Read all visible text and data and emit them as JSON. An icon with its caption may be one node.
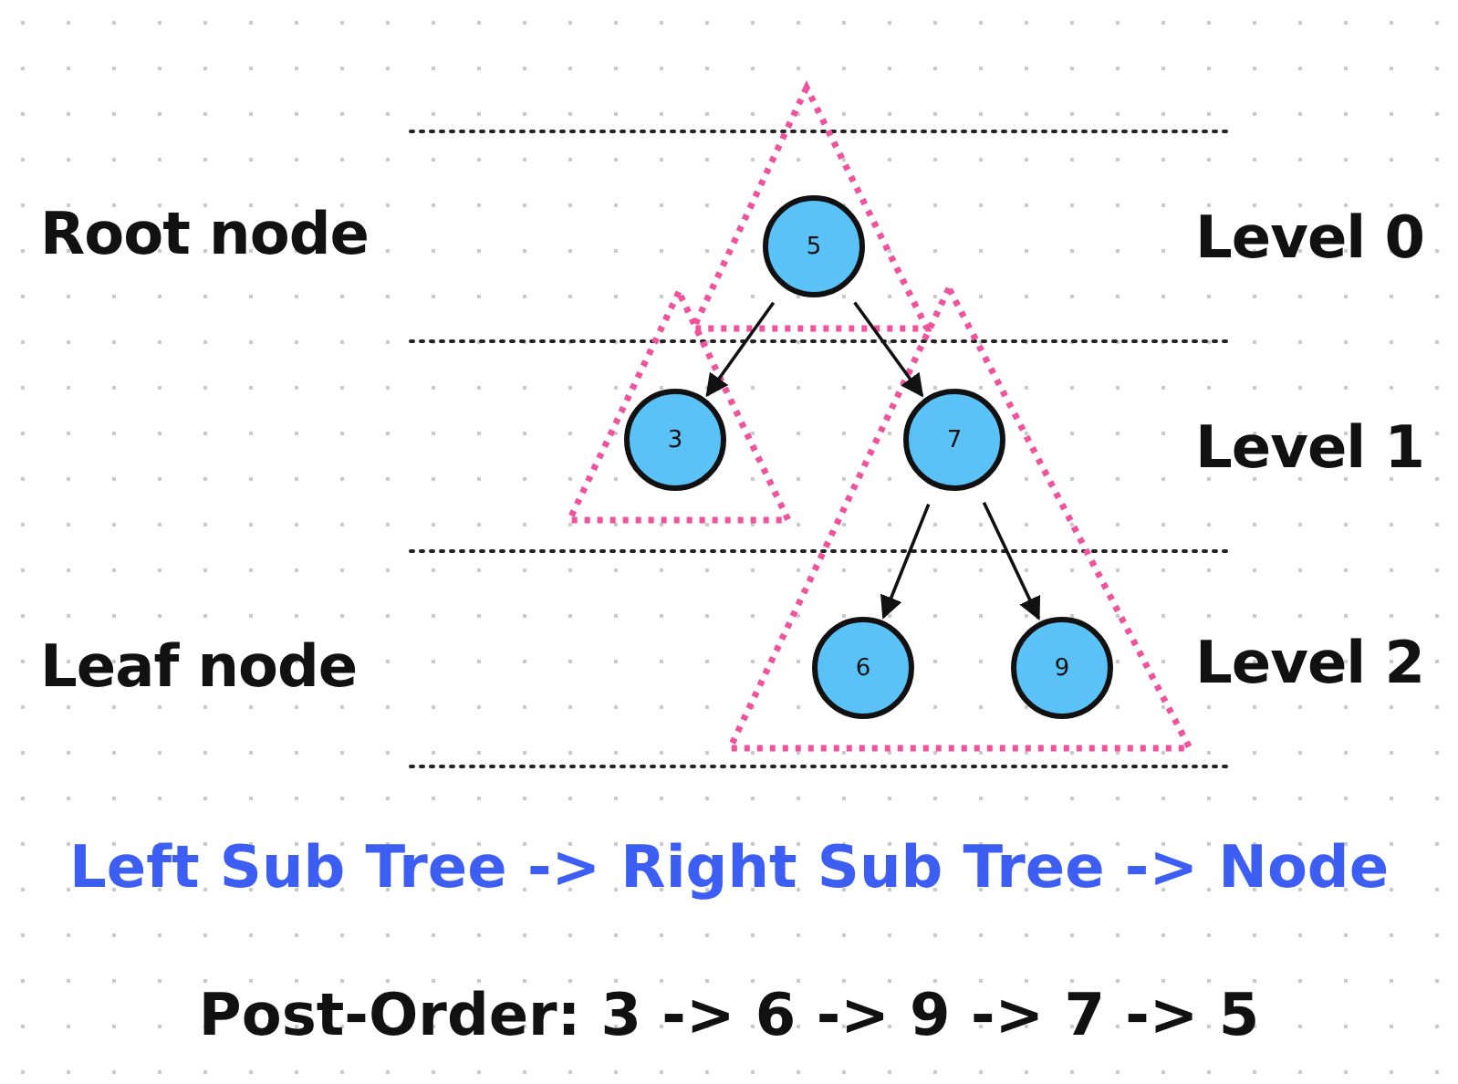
{
  "diagram": {
    "nodes": [
      {
        "text": [
          "5"
        ]
      },
      {
        "text": [
          "3"
        ]
      },
      {
        "text": [
          "7"
        ]
      },
      {
        "text": [
          "6"
        ]
      },
      {
        "text": [
          "9"
        ]
      }
    ],
    "edges": [
      {
        "from": 0,
        "to": 1,
        "arrow": "to"
      },
      {
        "from": 0,
        "to": 2,
        "arrow": "to"
      },
      {
        "from": 2,
        "to": 3,
        "arrow": "to"
      },
      {
        "from": 2,
        "to": 4,
        "arrow": "to"
      }
    ],
    "labels": [
      "Root node",
      "Level 0",
      "Level 1",
      "Leaf node",
      "Level 2",
      "Left Sub Tree -> Right Sub Tree -> Node",
      "Post-Order: 3 -> 6 -> 9 -> 7 -> 5"
    ]
  }
}
